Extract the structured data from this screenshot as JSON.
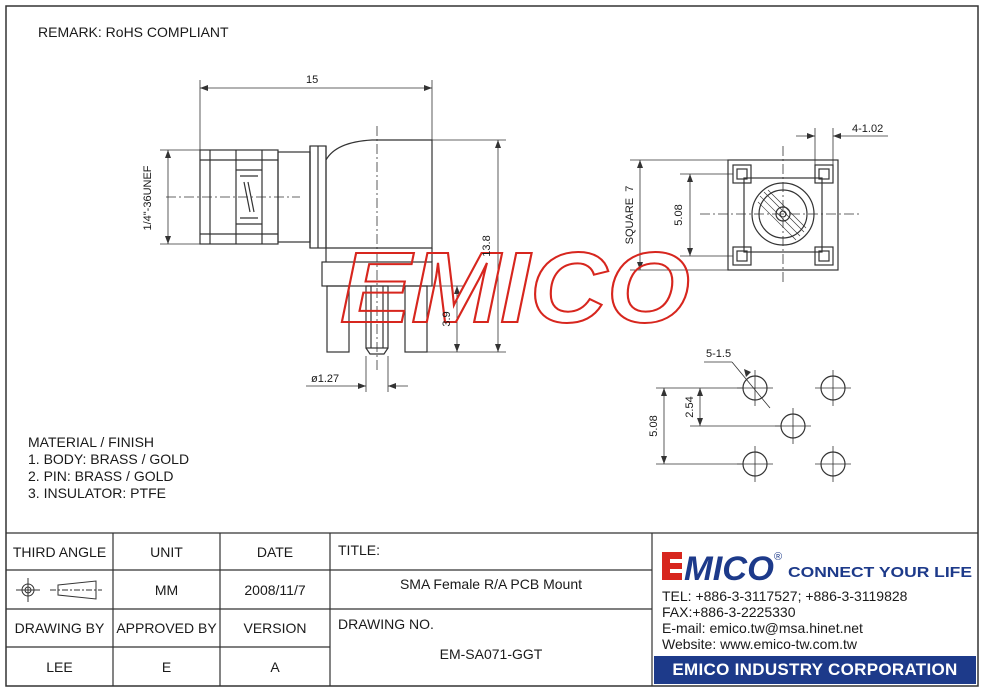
{
  "remark": "REMARK: RoHS COMPLIANT",
  "dimensions": {
    "length": "15",
    "thread": "1/4\"-36UNEF",
    "height": "13.8",
    "pin_length": "3.9",
    "pin_dia": "ø1.27",
    "square": "SQUARE  7",
    "pad_spacing": "5.08",
    "corner_pad": "4-1.02",
    "hole_dia": "5-1.5",
    "hole_pitch": "2.54",
    "hole_spacing": "5.08"
  },
  "watermark": "EMICO",
  "material": {
    "heading": "MATERIAL / FINISH",
    "lines": [
      "1. BODY: BRASS / GOLD",
      "2. PIN: BRASS / GOLD",
      "3. INSULATOR: PTFE"
    ]
  },
  "title_block": {
    "third_angle": "THIRD ANGLE",
    "unit_label": "UNIT",
    "unit": "MM",
    "date_label": "DATE",
    "date": "2008/11/7",
    "title_label": "TITLE:",
    "title": "SMA Female R/A PCB Mount",
    "drawing_by_label": "DRAWING BY",
    "drawing_by": "LEE",
    "approved_by_label": "APPROVED BY",
    "approved_by": "E",
    "version_label": "VERSION",
    "version": "A",
    "drawing_no_label": "DRAWING NO.",
    "drawing_no": "EM-SA071-GGT"
  },
  "company": {
    "logo": "EMICO",
    "registered": "®",
    "tagline": "CONNECT YOUR LIFE",
    "tel": "TEL: +886-3-3117527; +886-3-3119828",
    "fax": "FAX:+886-3-2225330",
    "email": "E-mail: emico.tw@msa.hinet.net",
    "website": "Website: www.emico-tw.com.tw",
    "name": "EMICO INDUSTRY CORPORATION"
  },
  "colors": {
    "logo_red": "#d7261e",
    "logo_blue": "#1d3a8a",
    "line": "#333333",
    "watermark": "#d7261e"
  }
}
